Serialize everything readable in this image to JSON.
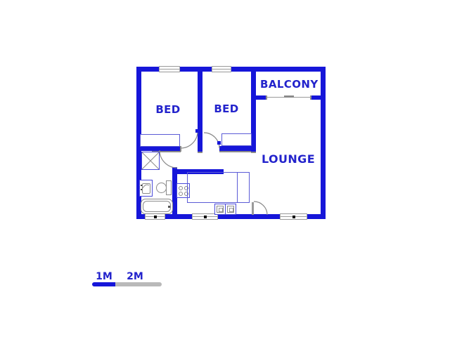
{
  "colors": {
    "bg": "#ffffff",
    "wall": "#1616d9",
    "label": "#2323cc",
    "fixture": "#4a4ad9",
    "counter": "#5b5bd6",
    "gray": "#8a8a8a",
    "lightgray": "#b9b9b9",
    "black": "#000000"
  },
  "rooms": {
    "bed1": {
      "label": "BED"
    },
    "bed2": {
      "label": "BED"
    },
    "balcony": {
      "label": "BALCONY"
    },
    "lounge": {
      "label": "LOUNGE"
    }
  },
  "scale_bar": {
    "label_1m": "1M",
    "label_2m": "2M"
  },
  "fixtures": {
    "list": [
      "shower",
      "toilet",
      "bathroom-sink",
      "bathtub",
      "stove",
      "kitchen-counter",
      "kitchen-sink",
      "wardrobe-bed1",
      "wardrobe-bed2",
      "balcony-slider"
    ]
  }
}
